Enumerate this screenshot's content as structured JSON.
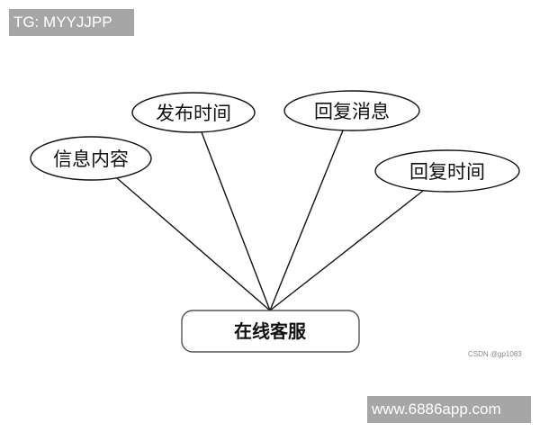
{
  "watermarks": {
    "top": "TG: MYYJJPP",
    "bottom": "www.6886app.com",
    "credit": "CSDN @gp1083"
  },
  "diagram": {
    "type": "ER attribute diagram",
    "entity": {
      "label": "在线客服",
      "shape": "rounded-rectangle"
    },
    "attributes": [
      {
        "label": "信息内容",
        "shape": "ellipse"
      },
      {
        "label": "发布时间",
        "shape": "ellipse"
      },
      {
        "label": "回复消息",
        "shape": "ellipse"
      },
      {
        "label": "回复时间",
        "shape": "ellipse"
      }
    ],
    "colors": {
      "stroke": "#111111",
      "fill": "#ffffff",
      "watermark_bg": "#a6a6a6"
    }
  }
}
